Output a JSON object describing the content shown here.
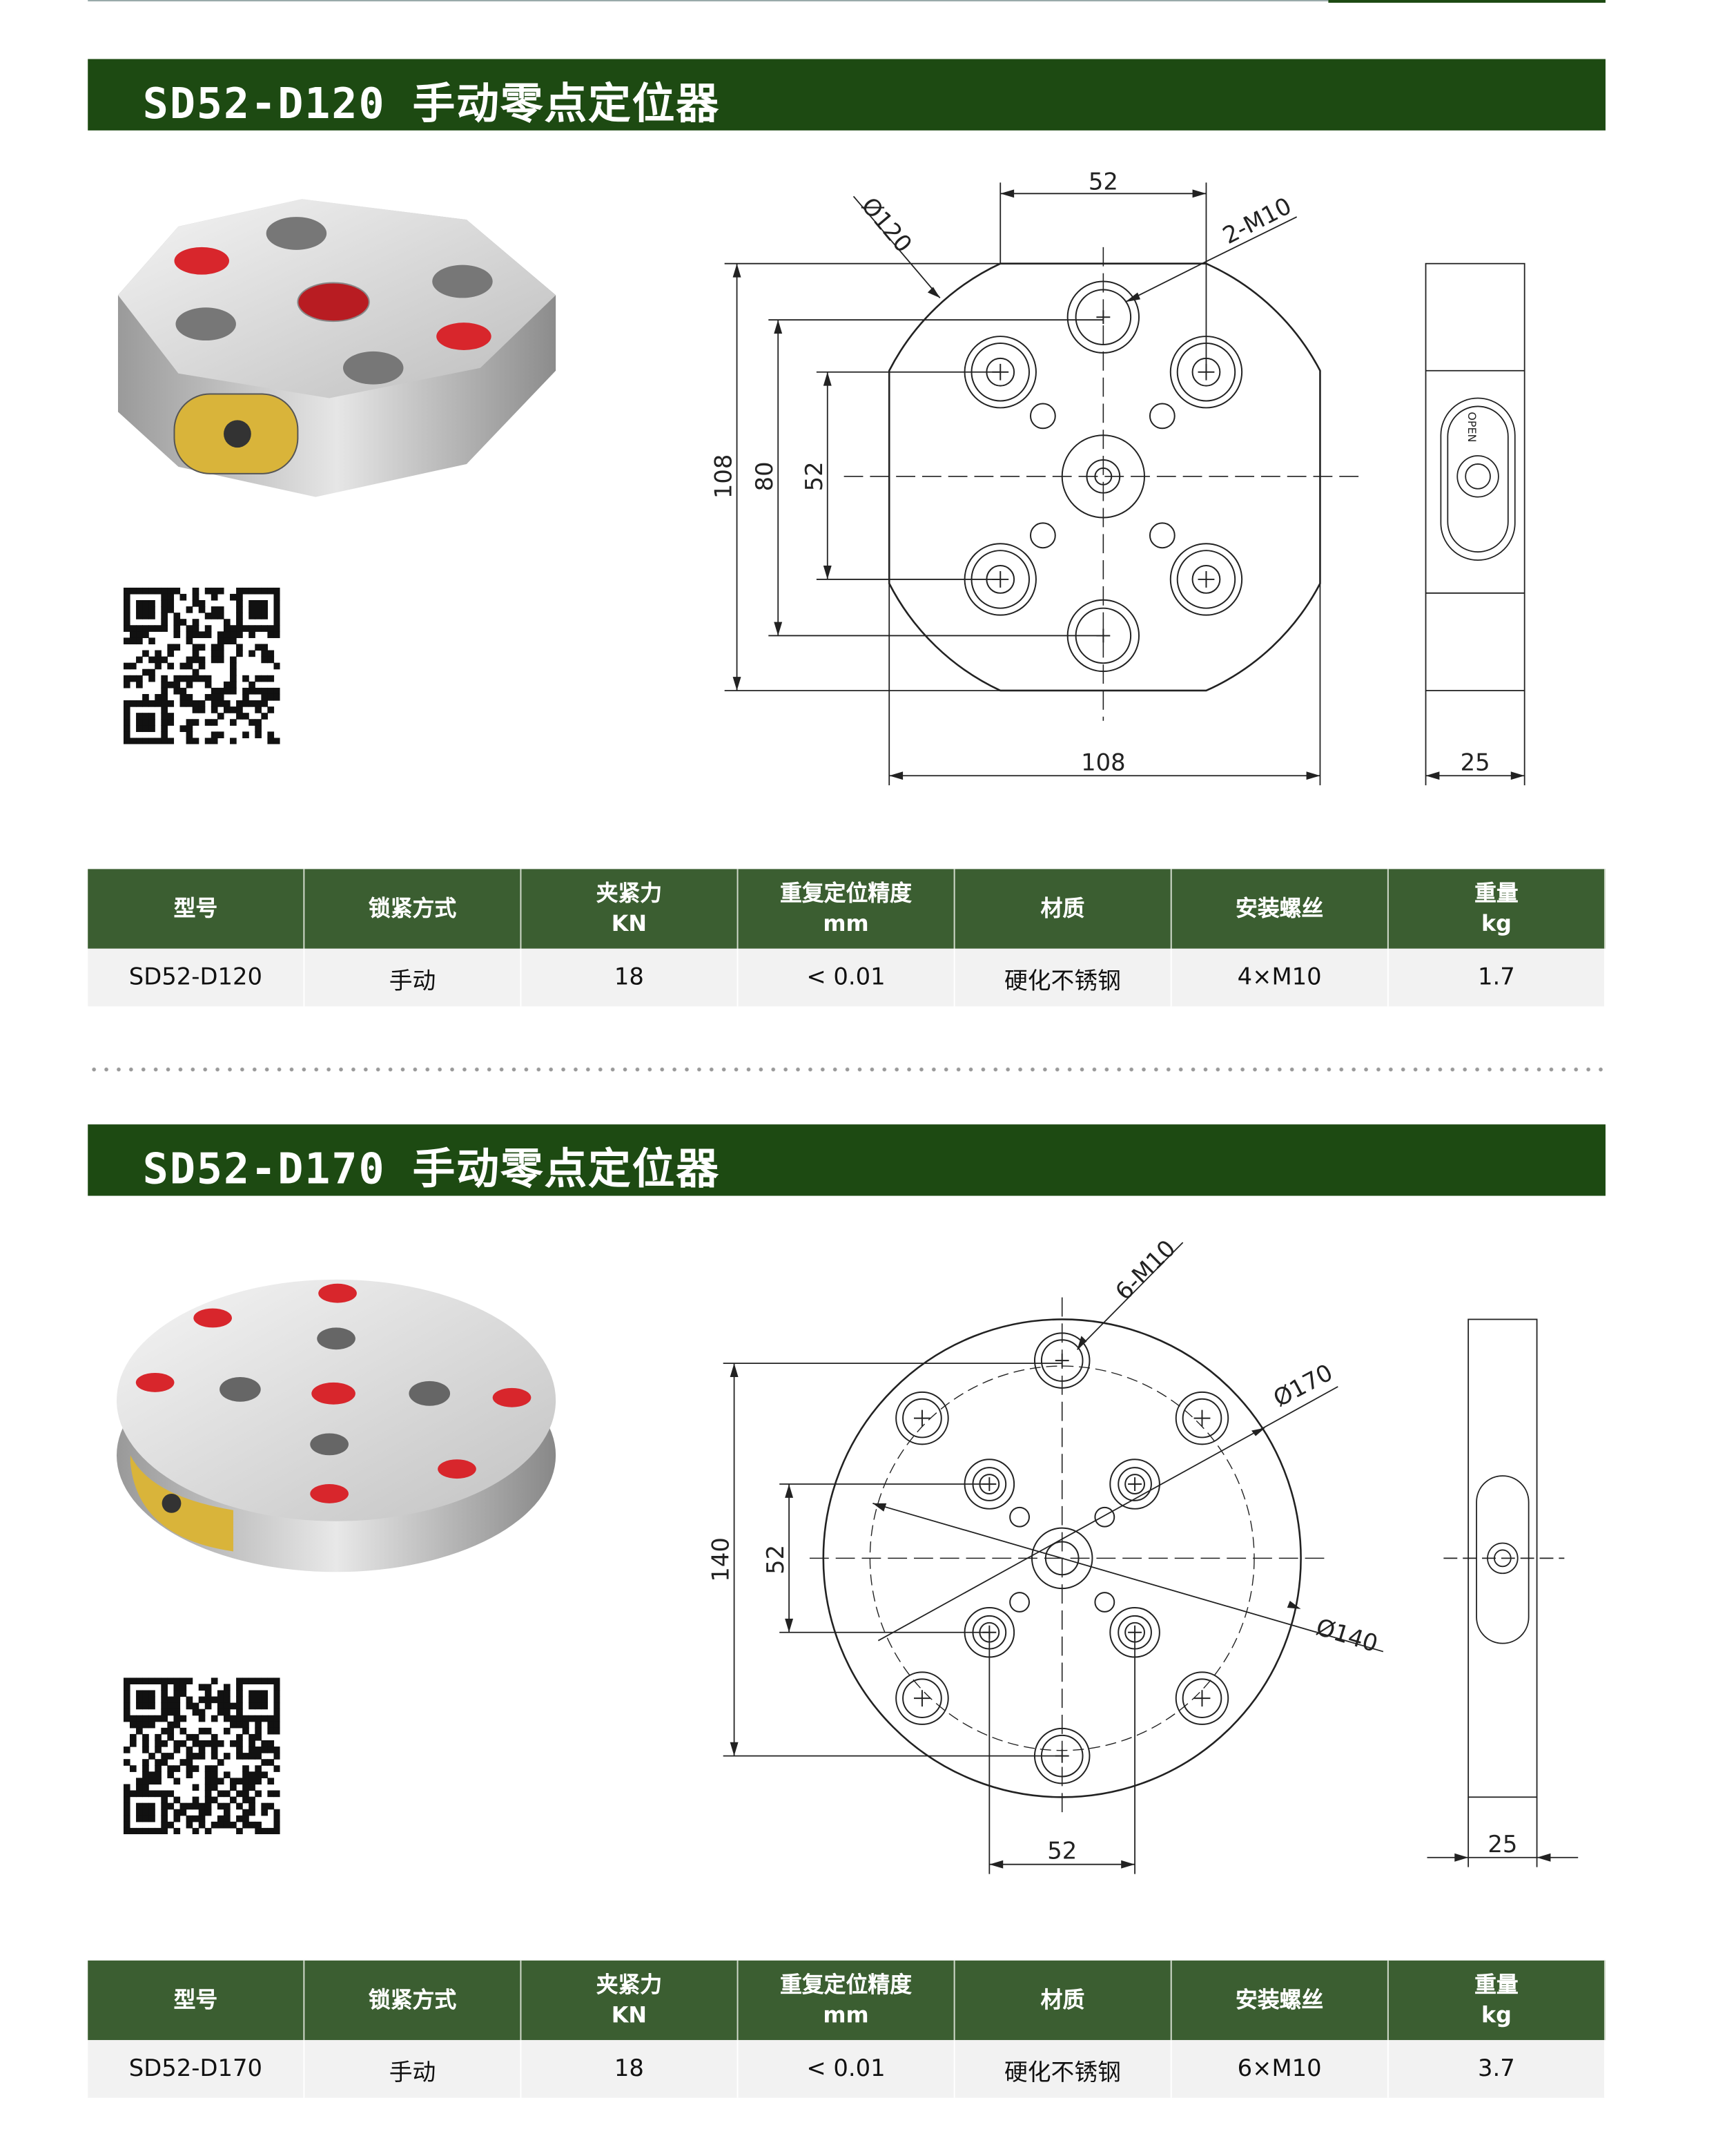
{
  "products": [
    {
      "title": "SD52-D120 手动零点定位器",
      "drawing": {
        "d52_top": "52",
        "thread": "2-M10",
        "dia": "Ø120",
        "h108": "108",
        "h80": "80",
        "h52": "52",
        "w108": "108",
        "side": "25",
        "open": "OPEN"
      },
      "table": {
        "headers": [
          [
            "型号",
            ""
          ],
          [
            "锁紧方式",
            ""
          ],
          [
            "夹紧力",
            "KN"
          ],
          [
            "重复定位精度",
            "mm"
          ],
          [
            "材质",
            ""
          ],
          [
            "安装螺丝",
            ""
          ],
          [
            "重量",
            "kg"
          ]
        ],
        "row": [
          "SD52-D120",
          "手动",
          "18",
          "< 0.01",
          "硬化不锈钢",
          "4×M10",
          "1.7"
        ]
      }
    },
    {
      "title": "SD52-D170 手动零点定位器",
      "drawing": {
        "thread": "6-M10",
        "dia170": "Ø170",
        "dia140": "Ø140",
        "h140": "140",
        "h52": "52",
        "w52": "52",
        "side": "25"
      },
      "table": {
        "headers": [
          [
            "型号",
            ""
          ],
          [
            "锁紧方式",
            ""
          ],
          [
            "夹紧力",
            "KN"
          ],
          [
            "重复定位精度",
            "mm"
          ],
          [
            "材质",
            ""
          ],
          [
            "安装螺丝",
            ""
          ],
          [
            "重量",
            "kg"
          ]
        ],
        "row": [
          "SD52-D170",
          "手动",
          "18",
          "< 0.01",
          "硬化不锈钢",
          "6×M10",
          "3.7"
        ]
      }
    }
  ],
  "colors": {
    "header": "#1d4a12",
    "table_header": "#3b5e31",
    "row": "#f2f2f2",
    "accent_red": "#d8262c",
    "gold": "#d9b43a"
  }
}
